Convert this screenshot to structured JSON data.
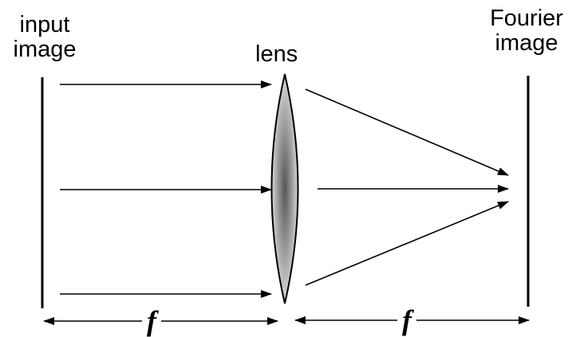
{
  "labels": {
    "input_image_line1": "input",
    "input_image_line2": "image",
    "lens": "lens",
    "fourier_image_line1": "Fourier",
    "fourier_image_line2": "image",
    "focal_left": "f",
    "focal_right": "f"
  },
  "colors": {
    "line": "#000000",
    "lens_light": "#d8d8d8",
    "lens_dark": "#555555",
    "background": "#ffffff"
  }
}
